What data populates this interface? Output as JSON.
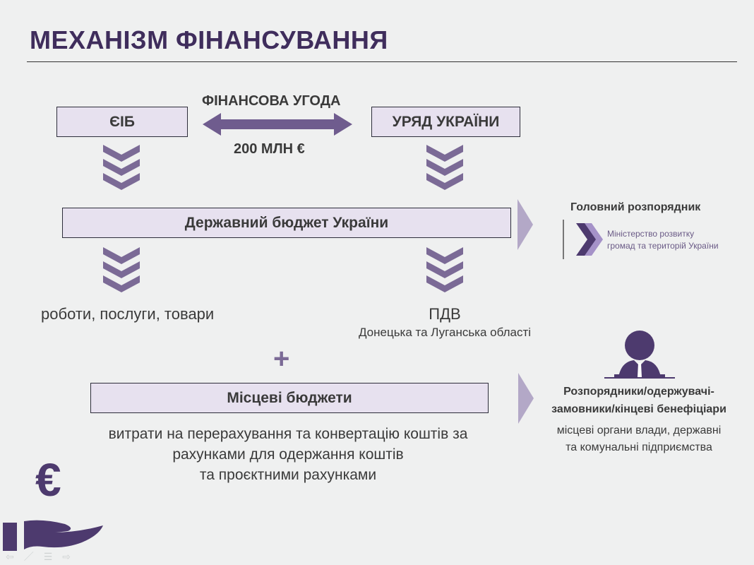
{
  "title": "МЕХАНІЗМ ФІНАНСУВАННЯ",
  "agreement": {
    "label": "ФІНАНСОВА УГОДА",
    "amount": "200 МЛН €"
  },
  "eib": "ЄІБ",
  "government": "УРЯД УКРАЇНИ",
  "state_budget": "Державний бюджет України",
  "left_output": "роботи, послуги, товари",
  "right_output": {
    "title": "ПДВ",
    "subtitle": "Донецька та Луганська області"
  },
  "plus": "+",
  "local_budgets": "Місцеві бюджети",
  "local_description": [
    "витрати на перерахування та конвертацію коштів за",
    "рахунками для одержання коштів",
    "та проєктними рахунками"
  ],
  "main_manager": {
    "heading": "Головний розпорядник",
    "ministry_line1": "Міністерство розвитку",
    "ministry_line2": "громад та територій України"
  },
  "recipients": {
    "heading_line1": "Розпорядники/одержувачі-",
    "heading_line2": "замовники/кінцеві бенефіціари",
    "desc_line1": "місцеві органи влади, державні",
    "desc_line2": "та комунальні підприємства"
  },
  "colors": {
    "accent": "#5b4785",
    "chevron": "#7b6a96",
    "box_fill": "#e7e1ef",
    "title": "#3f2d5c"
  }
}
